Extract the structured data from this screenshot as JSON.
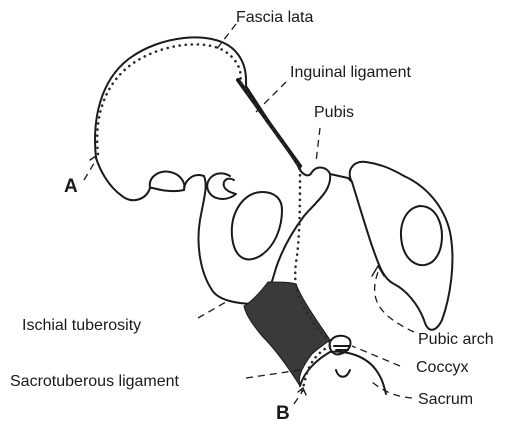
{
  "labels": {
    "fascia_lata": "Fascia lata",
    "inguinal_ligament": "Inguinal ligament",
    "pubis": "Pubis",
    "point_a": "A",
    "ischial_tuberosity": "Ischial tuberosity",
    "pubic_arch": "Pubic arch",
    "coccyx": "Coccyx",
    "sacrotuberous_ligament": "Sacrotuberous ligament",
    "point_b": "B",
    "sacrum": "Sacrum"
  }
}
